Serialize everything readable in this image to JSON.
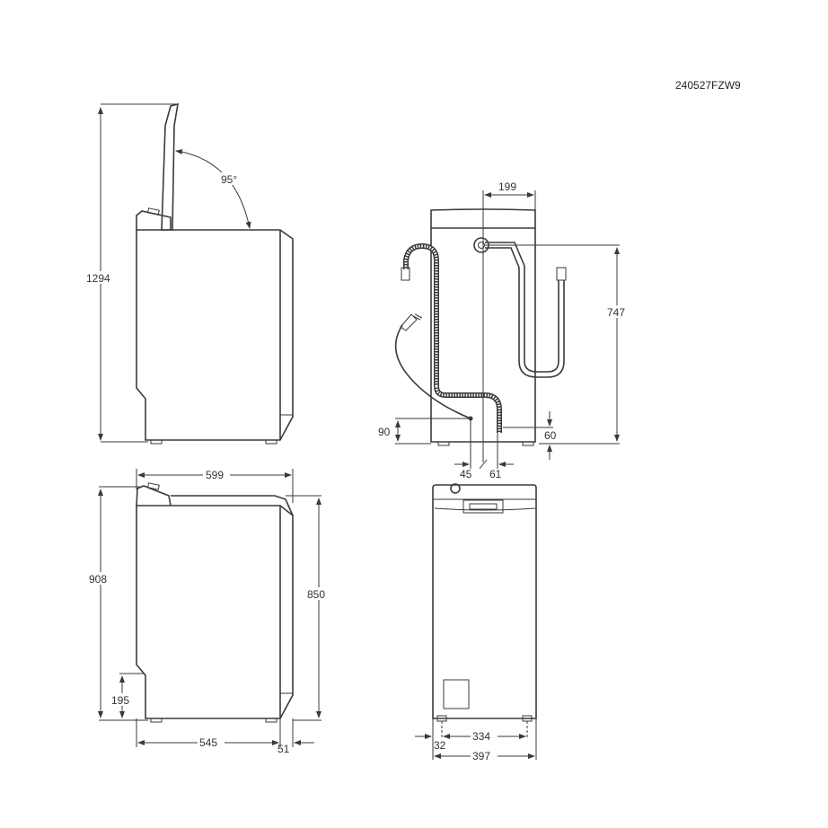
{
  "drawing_code": "240527FZW9",
  "views": {
    "side_lid_open": {
      "height_lid_open": "1294",
      "lid_angle": "95°"
    },
    "rear": {
      "inlet_offset": "199",
      "inlet_height": "747",
      "power_cord_height": "90",
      "drain_height": "60",
      "power_cord_offset": "45",
      "drain_offset": "61"
    },
    "side_closed": {
      "width_depth": "599",
      "height_total": "908",
      "height_body": "850",
      "plinth_height": "195",
      "depth_body": "545",
      "rear_protrusion": "51"
    },
    "front": {
      "foot_spacing": "334",
      "foot_inset": "32",
      "width": "397"
    }
  },
  "colors": {
    "line": "#3a3a3a",
    "text": "#333333",
    "background": "#ffffff"
  }
}
